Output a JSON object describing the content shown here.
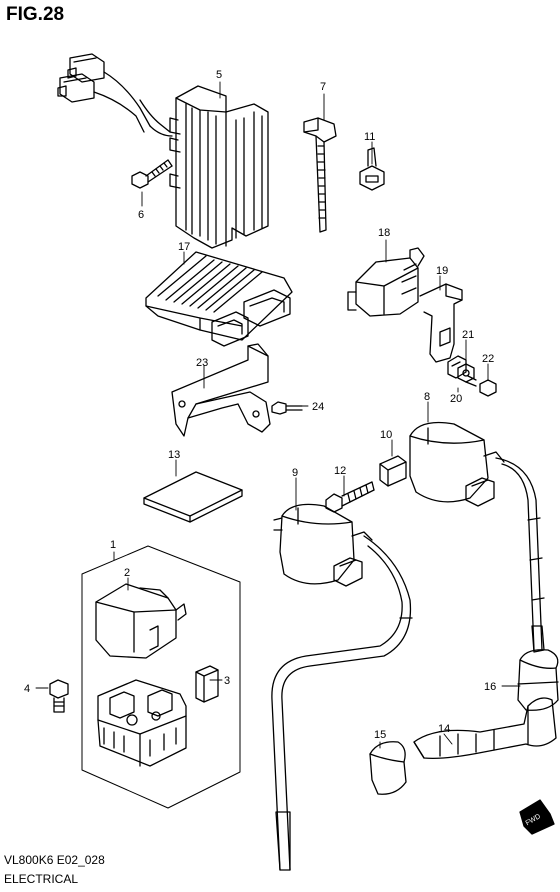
{
  "figure": {
    "title": "FIG.28"
  },
  "footer": {
    "code": "VL800K6 E02_028",
    "name": "ELECTRICAL"
  },
  "callouts": [
    "1",
    "2",
    "3",
    "4",
    "5",
    "6",
    "7",
    "8",
    "9",
    "10",
    "11",
    "12",
    "13",
    "14",
    "15",
    "16",
    "17",
    "18",
    "19",
    "20",
    "21",
    "22",
    "23",
    "24"
  ],
  "direction_tag": "FWD"
}
